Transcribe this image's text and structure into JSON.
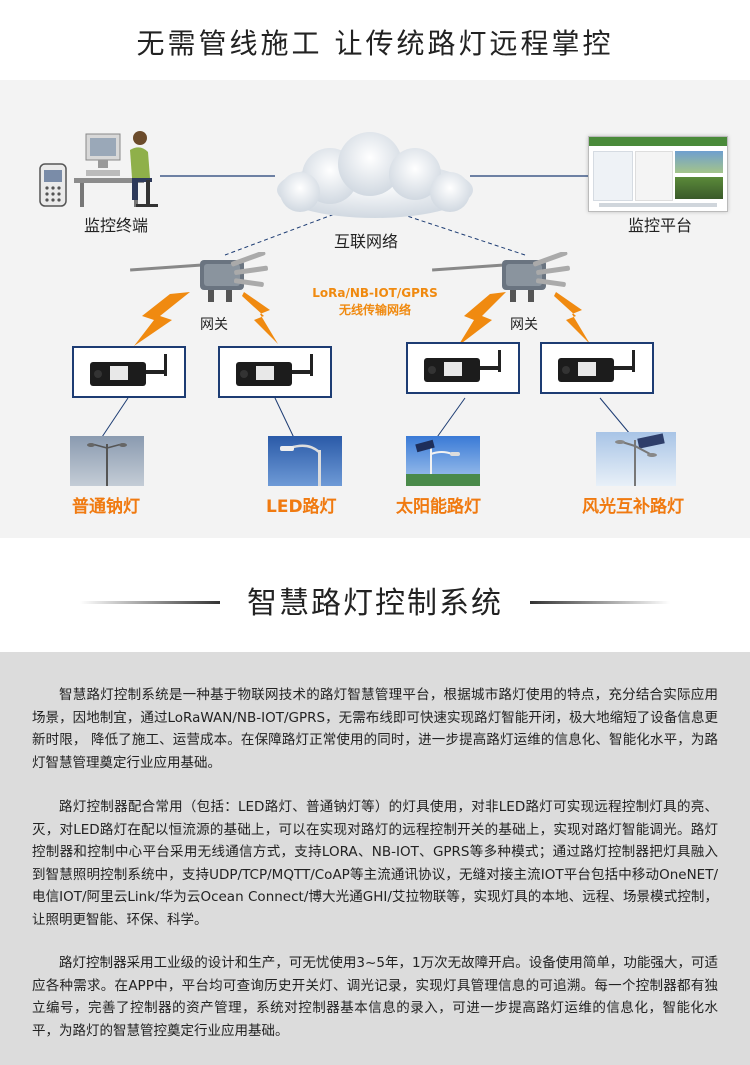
{
  "header": {
    "title": "无需管线施工  让传统路灯远程掌控"
  },
  "diagram": {
    "monitor_terminal": "监控终端",
    "monitor_platform": "监控平台",
    "internet": "互联网络",
    "protocol_line1": "LoRa/NB-IOT/GPRS",
    "protocol_line2": "无线传输网络",
    "gateway_left": "网关",
    "gateway_right": "网关",
    "lamps": [
      {
        "label": "普通钠灯"
      },
      {
        "label": "LED路灯"
      },
      {
        "label": "太阳能路灯"
      },
      {
        "label": "风光互补路灯"
      }
    ],
    "colors": {
      "accent_orange": "#f07a10",
      "box_border": "#1d3c73"
    }
  },
  "section": {
    "title": "智慧路灯控制系统"
  },
  "paragraphs": [
    "智慧路灯控制系统是一种基于物联网技术的路灯智慧管理平台，根据城市路灯使用的特点，充分结合实际应用场景，因地制宜，通过LoRaWAN/NB-IOT/GPRS，无需布线即可快速实现路灯智能开闭，极大地缩短了设备信息更新时限， 降低了施工、运营成本。在保障路灯正常使用的同时，进一步提高路灯运维的信息化、智能化水平，为路灯智慧管理奠定行业应用基础。",
    "路灯控制器配合常用（包括：LED路灯、普通钠灯等）的灯具使用，对非LED路灯可实现远程控制灯具的亮、灭，对LED路灯在配以恒流源的基础上，可以在实现对路灯的远程控制开关的基础上，实现对路灯智能调光。路灯控制器和控制中心平台采用无线通信方式，支持LORA、NB-IOT、GPRS等多种模式；通过路灯控制器把灯具融入到智慧照明控制系统中，支持UDP/TCP/MQTT/CoAP等主流通讯协议，无缝对接主流IOT平台包括中移动OneNET/电信IOT/阿里云Link/华为云Ocean Connect/博大光通GHI/艾拉物联等，实现灯具的本地、远程、场景模式控制，让照明更智能、环保、科学。",
    "路灯控制器采用工业级的设计和生产，可无忧使用3~5年，1万次无故障开启。设备使用简单，功能强大，可适应各种需求。在APP中，平台均可查询历史开关灯、调光记录，实现灯具管理信息的可追溯。每一个控制器都有独立编号，完善了控制器的资产管理，系统对控制器基本信息的录入，可进一步提高路灯运维的信息化，智能化水平，为路灯的智慧管控奠定行业应用基础。"
  ]
}
